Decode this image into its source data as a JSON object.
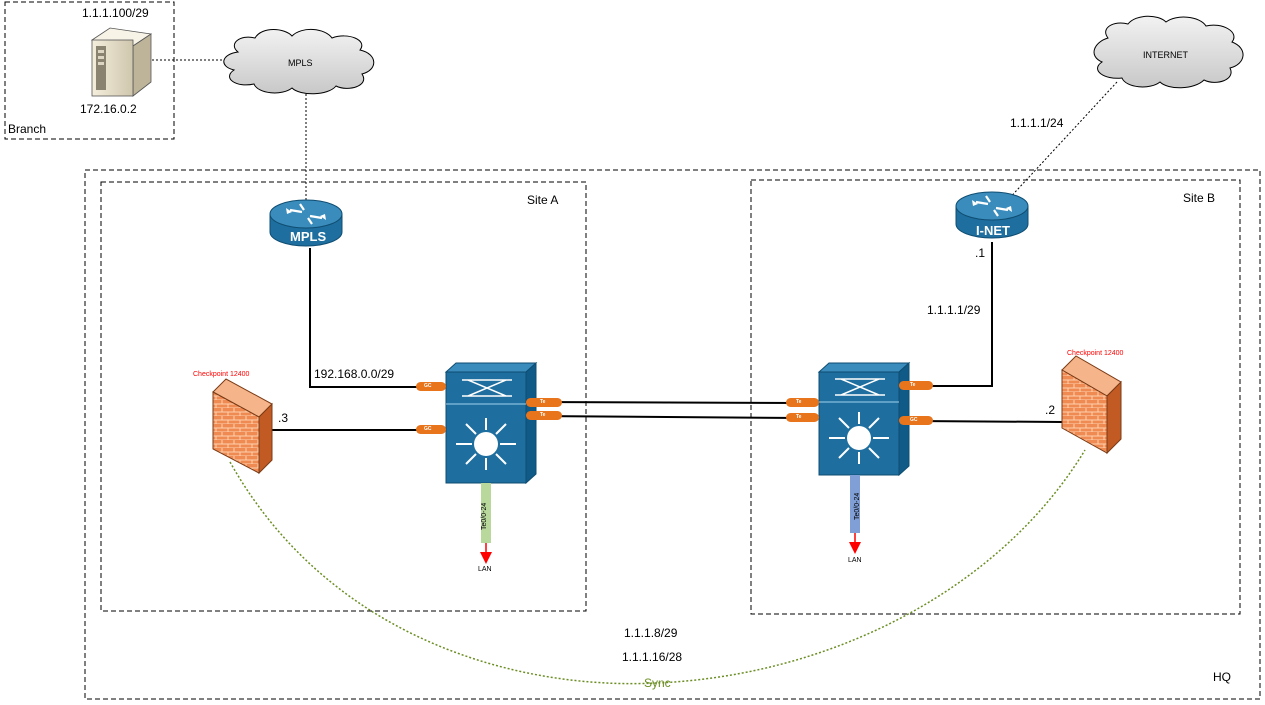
{
  "branch": {
    "label": "Branch",
    "ip_top": "1.1.1.100/29",
    "ip_bottom": "172.16.0.2"
  },
  "clouds": {
    "mpls": "MPLS",
    "internet": "INTERNET"
  },
  "site_a": {
    "label": "Site A",
    "router": "MPLS",
    "router_link": "192.168.0.0/29",
    "fw_label": "Checkpoint 12400",
    "fw_ip": ".3",
    "lan_port": "Te0/0-24",
    "lan": "LAN"
  },
  "site_b": {
    "label": "Site B",
    "router": "I-NET",
    "router_ip": ".1",
    "router_link": "1.1.1.1/29",
    "wan_link": "1.1.1.1/24",
    "fw_label": "Checkpoint 12400",
    "fw_ip": ".2",
    "lan_port": "Te0/0-24",
    "lan": "LAN"
  },
  "hq": {
    "label": "HQ",
    "net1": "1.1.1.8/29",
    "net2": "1.1.1.16/28",
    "sync": "Sync"
  },
  "ports": {
    "gc": "GC",
    "te": "Te"
  },
  "colors": {
    "cisco_blue": "#1e6f9f",
    "port_orange": "#e8741c",
    "firewall_brick": "#e8804a",
    "sync_green": "#6b8e23",
    "lan_a": "#b8d89c",
    "lan_b": "#7f9fd6"
  }
}
